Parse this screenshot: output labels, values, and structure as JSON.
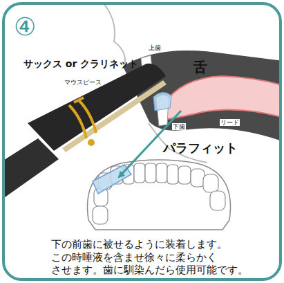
{
  "diagram": {
    "caption": "下の前歯に被せるように装着します。 この時唾液を含ませ徐々に柔らかく させます。歯に馴染んだら使用可能です。",
    "labels": [
      "④",
      "サックス or クラリネット",
      "マウスピース",
      "上歯",
      "舌",
      "リード",
      "下歯",
      "パラフィット"
    ]
  }
}
